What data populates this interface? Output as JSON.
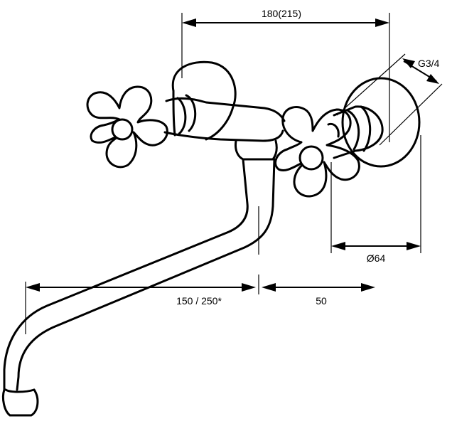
{
  "dimensions": {
    "width_between_centres": "180(215)",
    "thread_size": "G3/4",
    "cover_diameter": "Ø64",
    "spout_reach": "150 / 250*",
    "spout_offset": "50"
  }
}
